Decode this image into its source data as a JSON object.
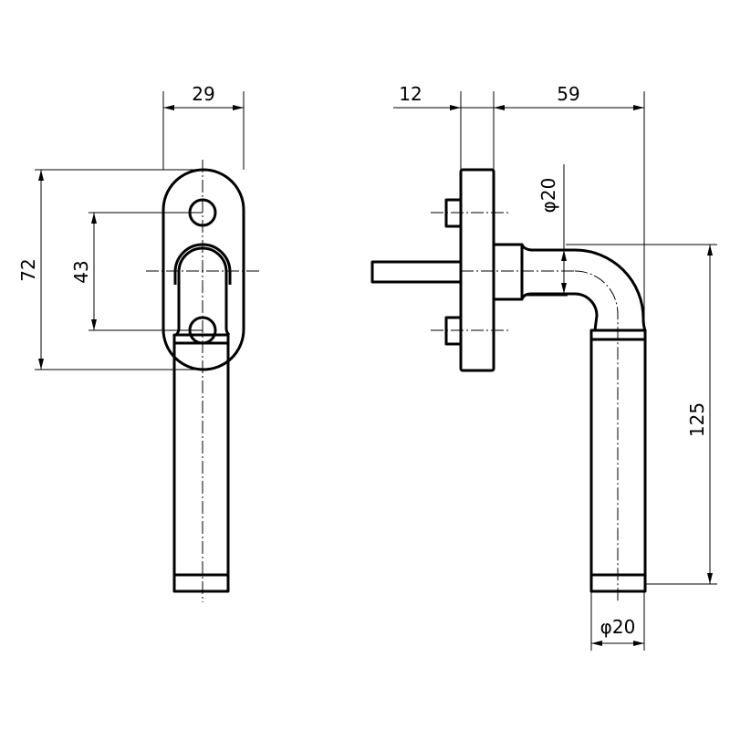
{
  "title": "Window handle technical drawing",
  "front_view": {
    "dim_width": "29",
    "dim_height_plate": "72",
    "dim_hole_spacing": "43"
  },
  "side_view": {
    "dim_offset": "12",
    "dim_projection": "59",
    "dim_neck_diameter": "φ20",
    "dim_length": "125",
    "dim_grip_diameter": "φ20"
  },
  "colors": {
    "line": "#000000",
    "background": "#ffffff"
  }
}
